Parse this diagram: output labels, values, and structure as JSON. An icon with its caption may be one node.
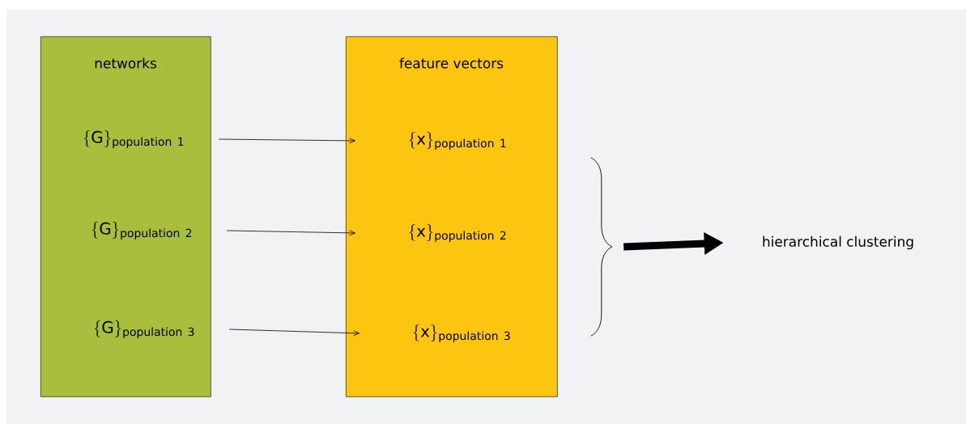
{
  "diagram": {
    "nodes": [
      {
        "text": [
          "networks"
        ]
      },
      {
        "text": [
          "\\{\\mathrm{G}\\}_{\\mathrm{population\\ 1}}"
        ],
        "in": 0
      },
      {
        "text": [
          "\\{\\mathrm{G}\\}_{\\mathrm{population\\ 2}}"
        ],
        "in": 0
      },
      {
        "text": [
          "\\{\\mathrm{G}\\}_{\\mathrm{population\\ 3}}"
        ],
        "in": 0
      },
      {
        "text": [
          "feature vectors"
        ]
      },
      {
        "text": [
          "\\{\\mathrm{x}\\}_{\\mathrm{population\\ 1}}"
        ],
        "in": 4
      },
      {
        "text": [
          "\\{\\mathrm{x}\\}_{\\mathrm{population\\ 2}}"
        ],
        "in": 4
      },
      {
        "text": [
          "\\{\\mathrm{x}\\}_{\\mathrm{population\\ 3}}"
        ],
        "in": 4
      },
      {
        "text": [],
        "shape": "brace"
      },
      {
        "text": [
          "hierarchical clustering"
        ]
      }
    ],
    "edges": [
      {
        "from": 1,
        "to": 5,
        "arrow": "to"
      },
      {
        "from": 2,
        "to": 6,
        "arrow": "to"
      },
      {
        "from": 3,
        "to": 7,
        "arrow": "to"
      },
      {
        "from": 8,
        "to": 9,
        "arrow": "to",
        "style": "thick"
      }
    ]
  }
}
